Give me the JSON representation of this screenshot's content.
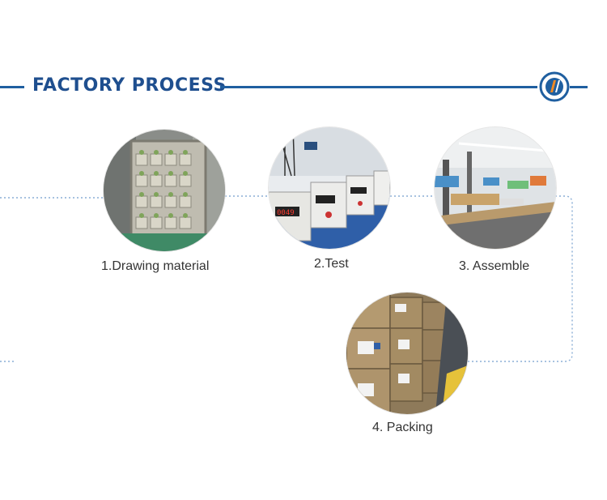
{
  "header": {
    "title": "FACTORY PROCESS"
  },
  "colors": {
    "accent": "#1f5fa0",
    "title": "#1f4f8f",
    "connector": "#8aaed6",
    "label": "#333333"
  },
  "steps": [
    {
      "label": "1.Drawing material",
      "icon": "cabinet-photo"
    },
    {
      "label": "2.Test",
      "icon": "testers-photo"
    },
    {
      "label": "3. Assemble",
      "icon": "workshop-photo"
    },
    {
      "label": "4. Packing",
      "icon": "boxes-photo"
    }
  ]
}
